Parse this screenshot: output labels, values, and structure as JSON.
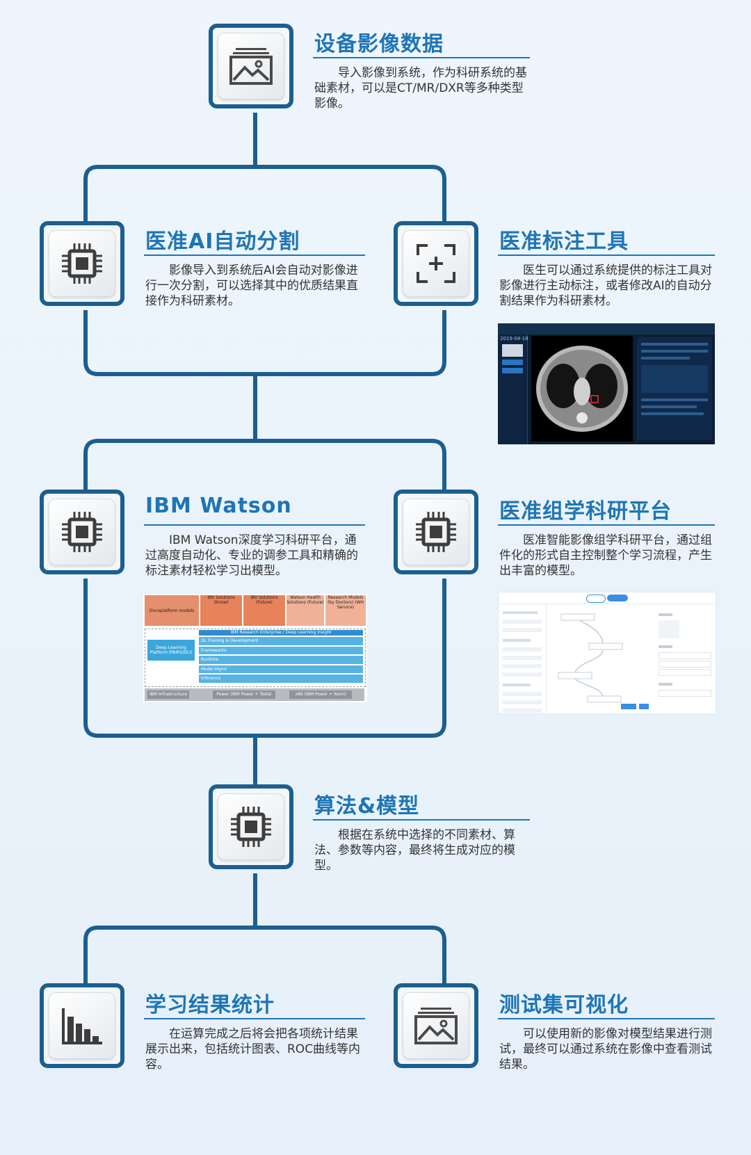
{
  "nodes": {
    "imaging_data": {
      "title": "设备影像数据",
      "desc": "导入影像到系统，作为科研系统的基础素材，可以是CT/MR/DXR等多种类型影像。",
      "icon": "image-icon"
    },
    "ai_segmentation": {
      "title": "医准AI自动分割",
      "desc": "影像导入到系统后AI会自动对影像进行一次分割，可以选择其中的优质结果直接作为科研素材。",
      "icon": "chip-icon"
    },
    "annotation_tool": {
      "title": "医准标注工具",
      "desc": "医生可以通过系统提供的标注工具对影像进行主动标注，或者修改AI的自动分割结果作为科研素材。",
      "icon": "focus-plus-icon",
      "screenshot": {
        "date": "2019-04-18"
      }
    },
    "ibm_watson": {
      "title": "IBM Watson",
      "desc": "IBM Watson深度学习科研平台，通过高度自动化、专业的调参工具和精确的标注素材轻松学习出模型。",
      "icon": "chip-icon",
      "diagram": {
        "left_top": "Oncoplatform models",
        "left_mid": "Deep Learning Platform (PAIRS/DLI)",
        "left_bottom": "IBM Infrastructure",
        "col1": "IBV Solutions (Know)",
        "col2": "IBV Solutions (Future)",
        "col3": "Watson Health Solutions (Future)",
        "col4": "Research Models (by Doctors) (WH Service)",
        "band": "IBM Research Enterprise / Deep Learning Insight",
        "rows": [
          "DL Training & Development",
          "Frameworks",
          "Runtime",
          "Model Mgmt",
          "Inference"
        ],
        "bottom1": "Power (IBM Power + Tesla)",
        "bottom2": "x86 (IBM Power + Xeon)"
      }
    },
    "radiomics_platform": {
      "title": "医准组学科研平台",
      "desc": "医准智能影像组学科研平台，通过组件化的形式自主控制整个学习流程，产生出丰富的模型。",
      "icon": "chip-icon"
    },
    "algorithm_model": {
      "title": "算法&模型",
      "desc": "根据在系统中选择的不同素材、算法、参数等内容，最终将生成对应的模型。",
      "icon": "chip-icon"
    },
    "result_stats": {
      "title": "学习结果统计",
      "desc": "在运算完成之后将会把各项统计结果展示出来，包括统计图表、ROC曲线等内容。",
      "icon": "bar-chart-icon"
    },
    "test_visualization": {
      "title": "测试集可视化",
      "desc": "可以使用新的影像对模型结果进行测试，最终可以通过系统在影像中查看测试结果。",
      "icon": "image-icon"
    }
  },
  "colors": {
    "connector": "#1b5f8f",
    "title": "#1d75b5",
    "text": "#333333",
    "background": "#eaf2fb"
  }
}
